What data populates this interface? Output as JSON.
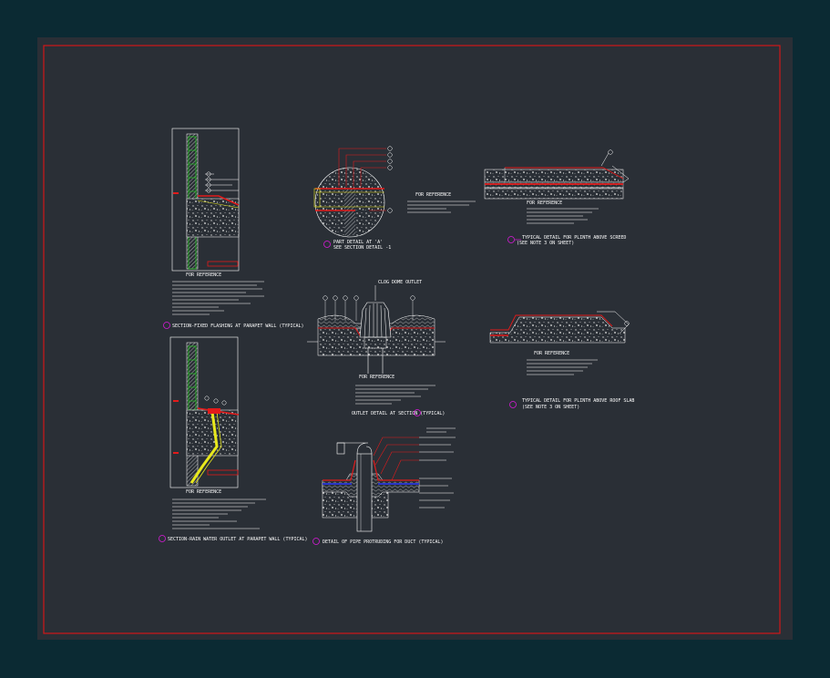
{
  "drawing": {
    "colors": {
      "background": "#0b2a33",
      "sheet": "#2a2f36",
      "frame": "#d01818",
      "line": "#ffffff",
      "accent_red": "#e21b1b",
      "accent_green": "#22c21f",
      "accent_yellow": "#e8e81c",
      "accent_magenta": "#d81ad8",
      "accent_blue": "#2a35c8"
    }
  },
  "details": {
    "d1": {
      "notes_title": "FOR REFERENCE",
      "caption": "SECTION-FIXED FLASHING AT PARAPET WALL (TYPICAL)"
    },
    "d2": {
      "notes_title": "FOR REFERENCE",
      "caption": "SECTION-RAIN WATER OUTLET AT PARAPET WALL (TYPICAL)"
    },
    "d3": {
      "notes_title": "FOR REFERENCE",
      "caption": "PART DETAIL AT 'A'",
      "subcaption": "SEE SECTION DETAIL -1"
    },
    "d4": {
      "label": "CLOG DOME OUTLET",
      "notes_title": "FOR REFERENCE",
      "caption": "OUTLET DETAIL AT SECTION (TYPICAL)"
    },
    "d5": {
      "caption": "DETAIL OF PIPE PROTRUDING FOR DUCT (TYPICAL)"
    },
    "d6": {
      "notes_title": "FOR REFERENCE",
      "caption": "TYPICAL DETAIL FOR PLINTH ABOVE SCREED",
      "subcaption": "(SEE NOTE 3 ON SHEET)"
    },
    "d7": {
      "notes_title": "FOR REFERENCE",
      "caption": "TYPICAL DETAIL FOR PLINTH ABOVE ROOF SLAB",
      "subcaption": "(SEE NOTE 3 ON SHEET)"
    }
  }
}
